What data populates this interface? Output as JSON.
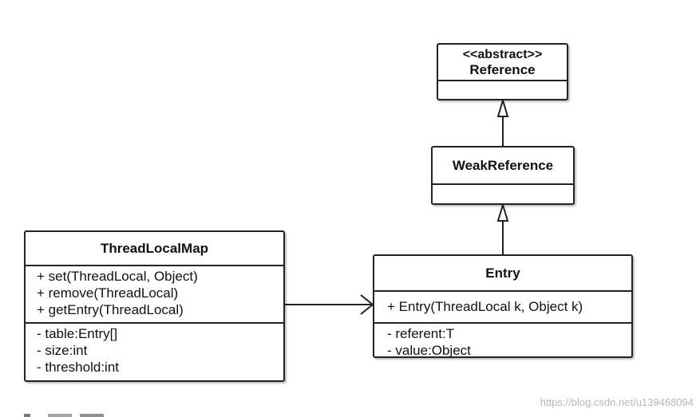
{
  "reference": {
    "stereotype": "<<abstract>>",
    "name": "Reference"
  },
  "weak_reference": {
    "name": "WeakReference"
  },
  "entry": {
    "name": "Entry",
    "methods": [
      "+ Entry(ThreadLocal k, Object k)"
    ],
    "fields": [
      "- referent:T",
      "- value:Object"
    ]
  },
  "thread_local_map": {
    "name": "ThreadLocalMap",
    "methods": [
      "+ set(ThreadLocal, Object)",
      "+ remove(ThreadLocal)",
      "+ getEntry(ThreadLocal)"
    ],
    "fields": [
      "- table:Entry[]",
      "- size:int",
      "- threshold:int"
    ]
  },
  "watermark": "https://blog.csdn.net/u139468094"
}
